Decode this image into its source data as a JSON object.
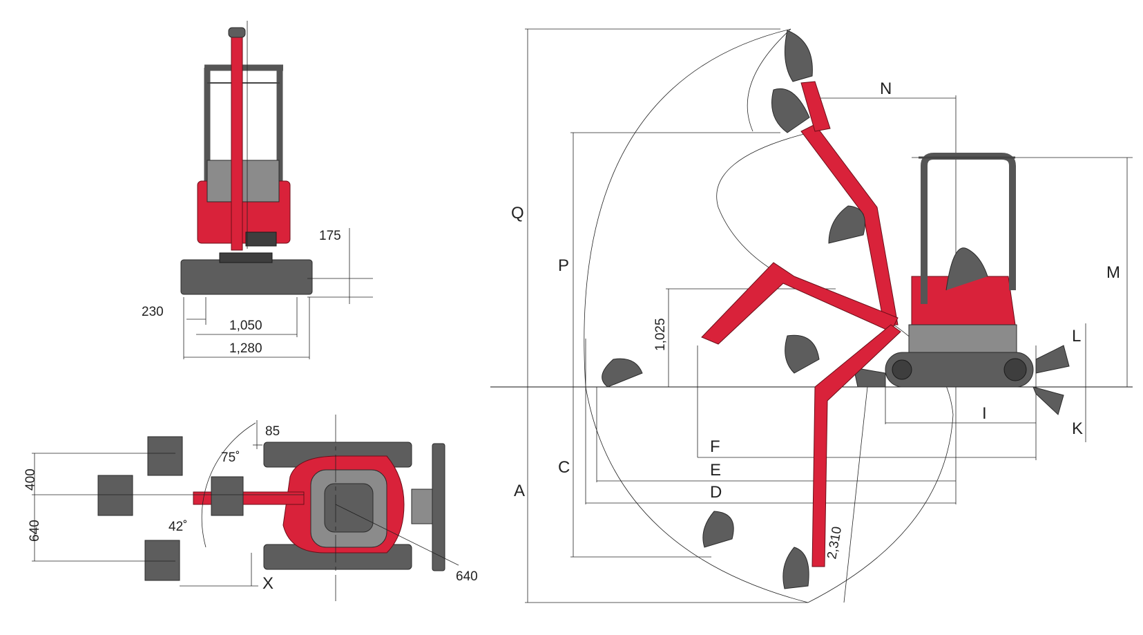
{
  "front_view": {
    "dims": {
      "track_shoe": "230",
      "track_gauge": "1,050",
      "overall_width": "1,280",
      "ground_clearance": "175"
    }
  },
  "top_view": {
    "dims": {
      "offset_left": "400",
      "offset_right": "640",
      "offset_85": "85",
      "angle_left": "75˚",
      "angle_right": "42˚",
      "tail_radius": "640",
      "x_label": "X"
    }
  },
  "side_view": {
    "letters": {
      "Q": "Q",
      "P": "P",
      "C": "C",
      "A": "A",
      "N": "N",
      "M": "M",
      "L": "L",
      "K": "K",
      "I": "I",
      "F": "F",
      "E": "E",
      "D": "D"
    },
    "dims": {
      "dump_clearance_low": "1,025",
      "swing_radius": "2,310"
    }
  },
  "colors": {
    "machine_red": "#d9223a",
    "undercarriage_gray": "#5d5d5d",
    "line": "#111111"
  }
}
